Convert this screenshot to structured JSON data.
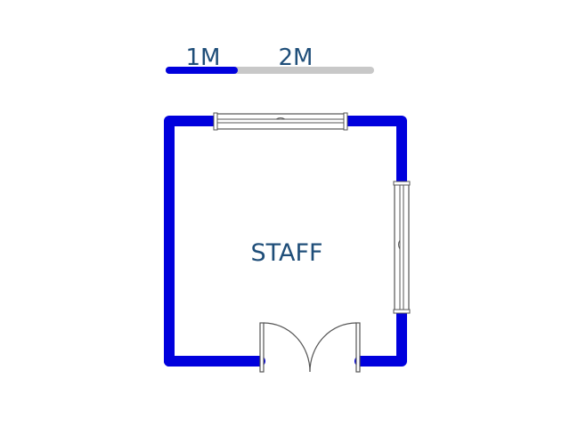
{
  "scale_bar": {
    "label_1": "1M",
    "label_2": "2M",
    "fill_color": "#0000dd",
    "track_color": "#c8c8c8"
  },
  "room": {
    "name": "STAFF",
    "wall_color": "#0000dd",
    "label_color": "#1f4e79"
  },
  "openings": {
    "top": "window",
    "right": "window",
    "bottom": "double-door"
  }
}
